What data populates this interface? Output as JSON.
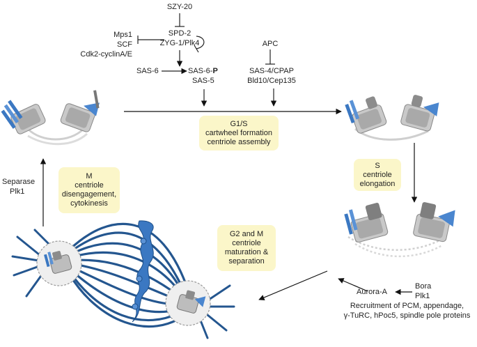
{
  "regulators": {
    "szy20": "SZY-20",
    "spd2": "SPD-2",
    "zyg1": "ZYG-1/Plk4",
    "mps1": "Mps1",
    "scf": "SCF",
    "cdk2": "Cdk2-cyclinA/E",
    "sas6": "SAS-6",
    "sas6p_name": "SAS-6-",
    "sas6p_mark": "P",
    "sas5": "SAS-5",
    "apc": "APC",
    "sas4": "SAS-4/CPAP",
    "bld10": "Bld10/Cep135",
    "separase": "Separase",
    "plk1_left": "Plk1",
    "aurora": "Aurora-A",
    "bora": "Bora",
    "plk1_right": "Plk1",
    "recruit1": "Recruitment of PCM, appendage,",
    "recruit2": "γ-TuRC, hPoc5, spindle pole proteins"
  },
  "phases": {
    "g1s": {
      "title": "G1/S",
      "line1": "cartwheel formation",
      "line2": "centriole assembly"
    },
    "s": {
      "title": "S",
      "line1": "centriole",
      "line2": "elongation"
    },
    "g2m": {
      "title": "G2 and M",
      "line1": "centriole",
      "line2": "maturation &",
      "line3": "separation"
    },
    "m": {
      "title": "M",
      "line1": "centriole",
      "line2": "disengagement,",
      "line3": "cytokinesis"
    }
  },
  "colors": {
    "centriole_blue": "#3b78c2",
    "spindle_blue": "#24568f",
    "barrel_gray": "#b8b8b8",
    "phase_box": "#fbf6c9"
  }
}
